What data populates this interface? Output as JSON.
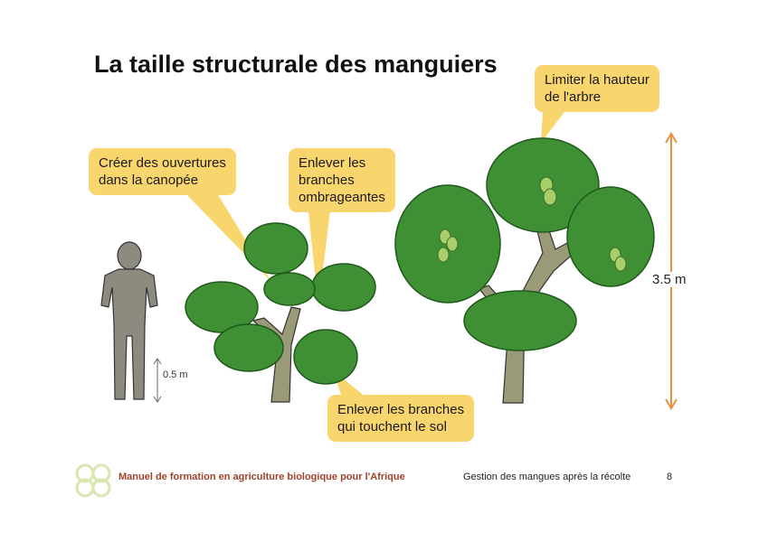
{
  "slide": {
    "title": "La taille structurale des manguiers",
    "callouts": {
      "height": "Limiter la hauteur\nde l'arbre",
      "openings": "Créer des ouvertures\ndans la canopée",
      "shading": "Enlever les\nbranches\nombrageantes",
      "ground": "Enlever les branches\nqui touchent le sol"
    },
    "measures": {
      "person": "0.5 m",
      "tree": "3.5 m"
    }
  },
  "footer": {
    "manual": "Manuel de formation en agriculture biologique pour l'Afrique",
    "section": "Gestion des mangues après la récolte",
    "page": "8"
  },
  "colors": {
    "callout": "#f9d56e",
    "foliage": "#3f8f34",
    "trunk": "#9a9a78",
    "arrow": "#e8933a",
    "footer_red": "#a0422a",
    "logo": "#d9e6b0"
  }
}
